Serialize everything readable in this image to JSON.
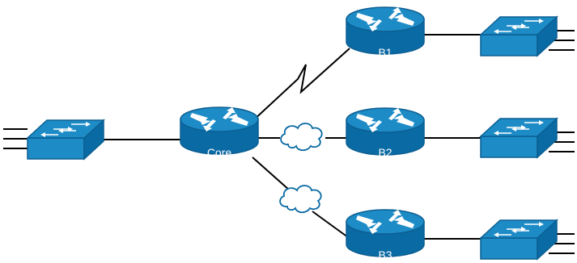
{
  "diagram": {
    "routers": [
      {
        "id": "core",
        "label": "Core"
      },
      {
        "id": "b1",
        "label": "B1"
      },
      {
        "id": "b2",
        "label": "B2"
      },
      {
        "id": "b3",
        "label": "B3"
      }
    ],
    "switches": [
      {
        "id": "core-switch"
      },
      {
        "id": "b1-switch"
      },
      {
        "id": "b2-switch"
      },
      {
        "id": "b3-switch"
      }
    ],
    "links": [
      {
        "from": "core-switch",
        "to": "core",
        "kind": "ethernet"
      },
      {
        "from": "core",
        "to": "b1",
        "kind": "serial"
      },
      {
        "from": "core",
        "to": "b2",
        "kind": "cloud"
      },
      {
        "from": "core",
        "to": "b3",
        "kind": "cloud"
      },
      {
        "from": "b1",
        "to": "b1-switch",
        "kind": "ethernet"
      },
      {
        "from": "b2",
        "to": "b2-switch",
        "kind": "ethernet"
      },
      {
        "from": "b3",
        "to": "b3-switch",
        "kind": "ethernet"
      }
    ],
    "colors": {
      "device_top": "#1d8bc6",
      "device_side": "#0a6aa4",
      "device_outline": "#0c5f92",
      "arrow": "#ffffff",
      "line": "#000000",
      "cloud_outline": "#0b6aa3",
      "cloud_fill": "#ffffff"
    }
  }
}
